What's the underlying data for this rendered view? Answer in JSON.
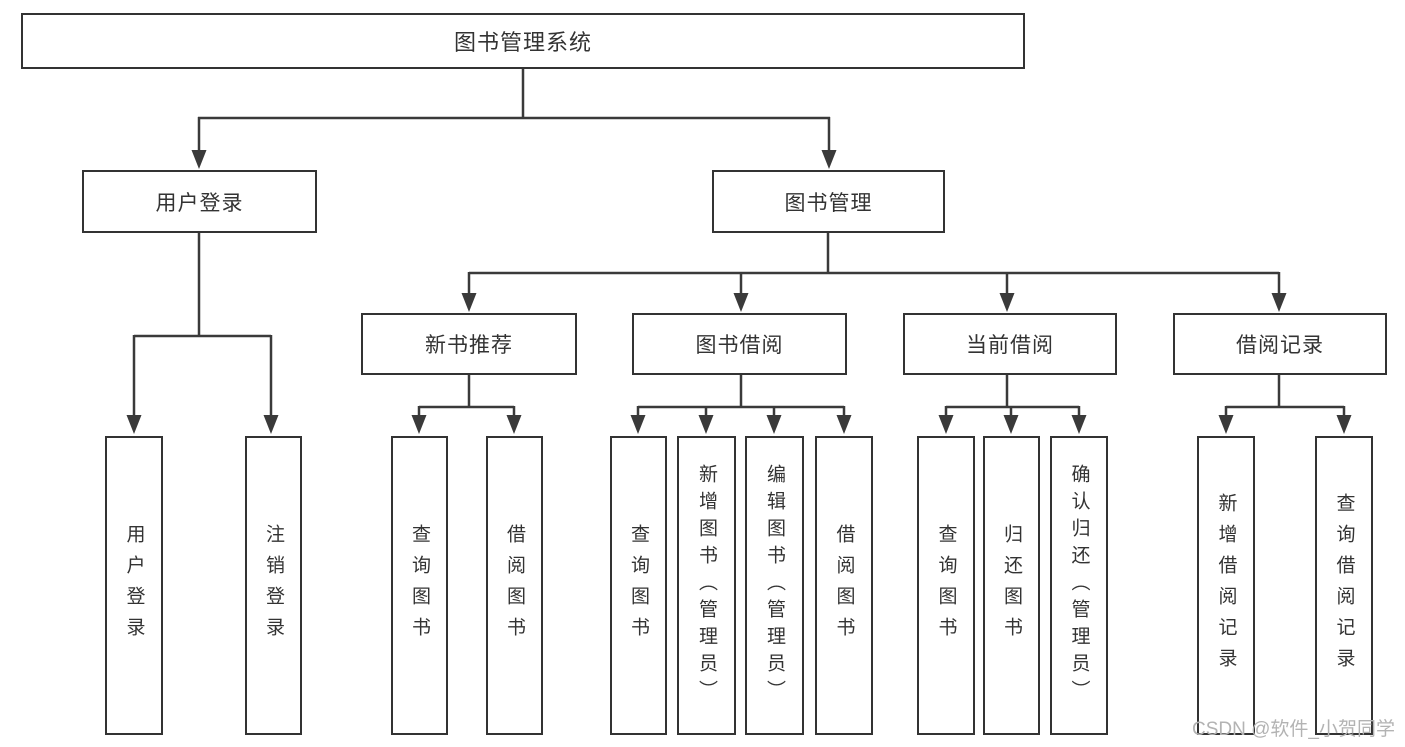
{
  "diagram": {
    "title": "图书管理系统",
    "nodes": {
      "root": "图书管理系统",
      "user_login": "用户登录",
      "book_mgmt": "图书管理",
      "login": "用户登录",
      "logout": "注销登录",
      "new_book": "新书推荐",
      "book_borrow": "图书借阅",
      "current_borrow": "当前借阅",
      "borrow_record": "借阅记录",
      "nb_query": "查询图书",
      "nb_borrow": "借阅图书",
      "bb_query": "查询图书",
      "bb_add": "新增图书（管理员）",
      "bb_edit": "编辑图书（管理员）",
      "bb_borrow": "借阅图书",
      "cb_query": "查询图书",
      "cb_return": "归还图书",
      "cb_confirm": "确认归还（管理员）",
      "br_add": "新增借阅记录",
      "br_query": "查询借阅记录"
    },
    "hierarchy": {
      "root": [
        "user_login",
        "book_mgmt"
      ],
      "user_login": [
        "login",
        "logout"
      ],
      "book_mgmt": [
        "new_book",
        "book_borrow",
        "current_borrow",
        "borrow_record"
      ],
      "new_book": [
        "nb_query",
        "nb_borrow"
      ],
      "book_borrow": [
        "bb_query",
        "bb_add",
        "bb_edit",
        "bb_borrow"
      ],
      "current_borrow": [
        "cb_query",
        "cb_return",
        "cb_confirm"
      ],
      "borrow_record": [
        "br_add",
        "br_query"
      ]
    },
    "colors": {
      "line": "#3a3a3a",
      "box_border": "#333333",
      "text": "#333333",
      "background": "#ffffff",
      "watermark": "#b3b3b3"
    }
  },
  "watermark": {
    "text": "CSDN @软件_小贺同学"
  }
}
